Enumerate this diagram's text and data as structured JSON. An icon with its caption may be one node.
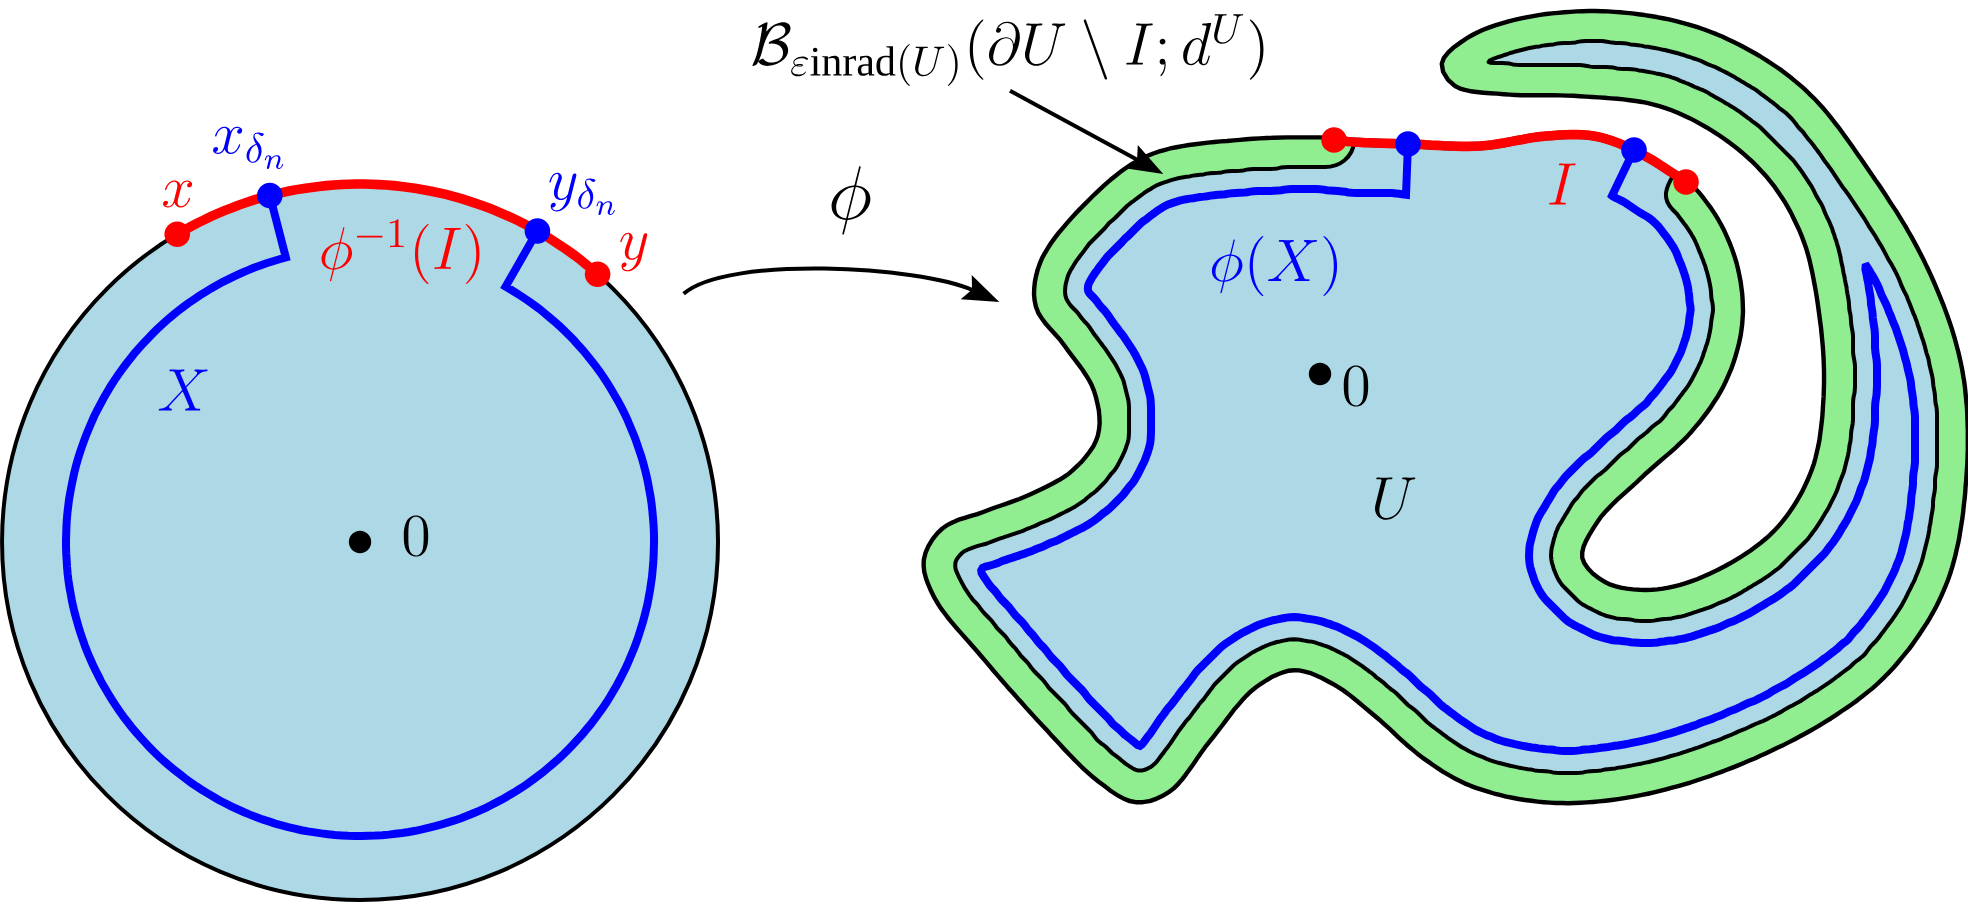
{
  "diagram": {
    "nodes": [
      {
        "text": [],
        "shape": "circle"
      },
      {
        "text": [],
        "shape": "blob"
      },
      {
        "text": [
          "\\mathcal{B}_{\\varepsilon\\mathrm{inrad}(U)}(\\partial U\\setminus I;d^{U})"
        ]
      }
    ],
    "edges": [
      {
        "from": 0,
        "to": 1,
        "arrow": "to",
        "label": "\\phi"
      },
      {
        "from": 2,
        "to": 1,
        "arrow": "to"
      }
    ],
    "labels": [
      "x_{\\delta_n}",
      "x",
      "y_{\\delta_n}",
      "y",
      "\\phi^{-1}(I)",
      "X",
      "0",
      "I",
      "\\phi(X)",
      "0",
      "U"
    ]
  }
}
